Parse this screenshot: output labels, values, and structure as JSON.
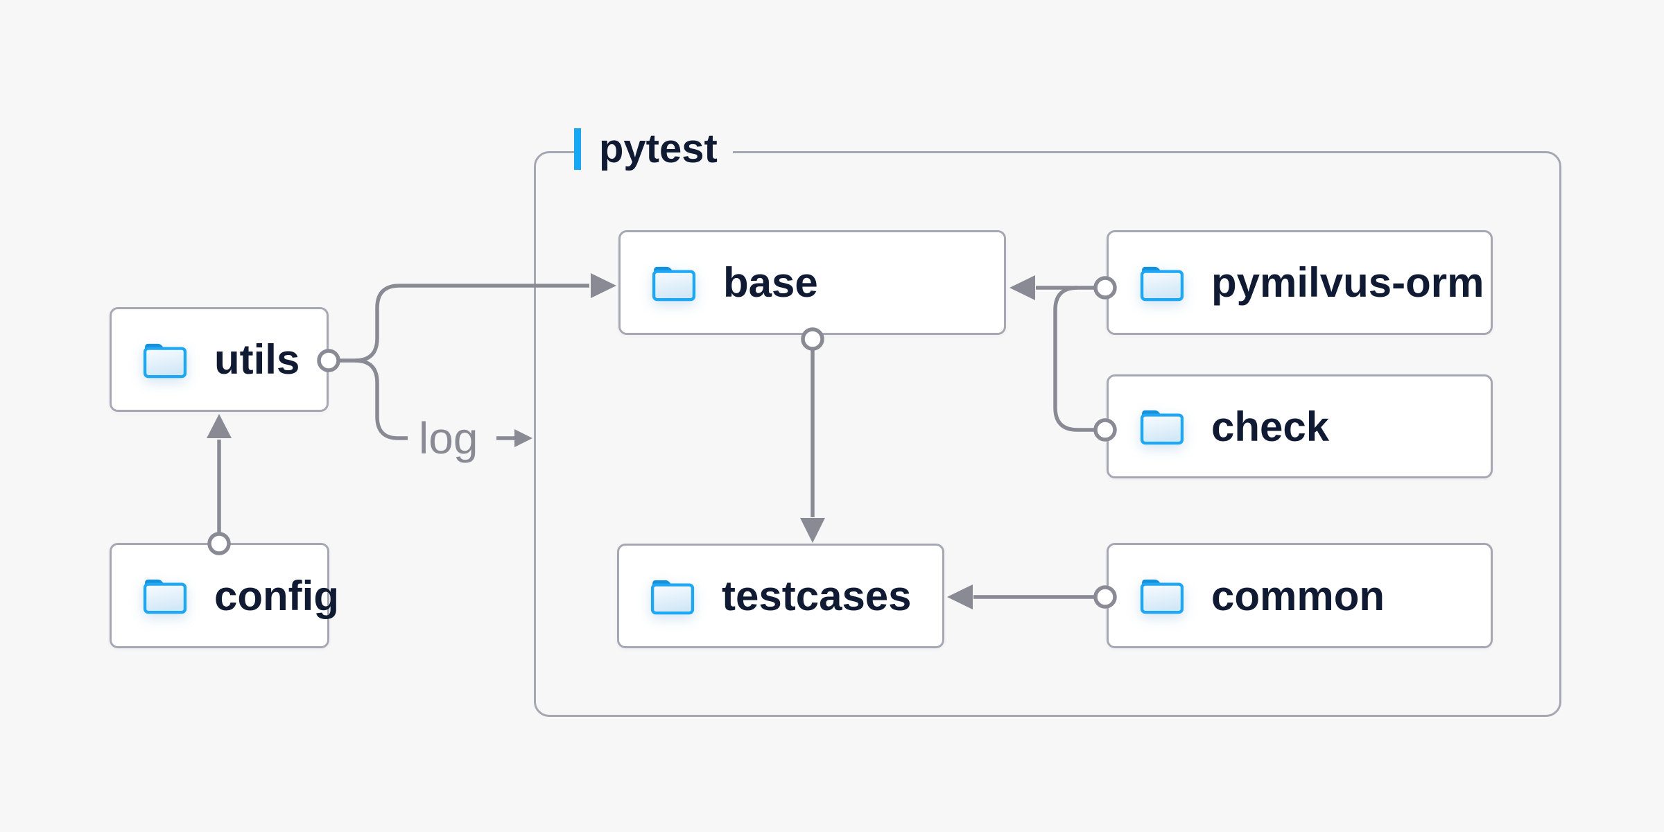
{
  "canvas": {
    "background": "#f7f7f8"
  },
  "colors": {
    "accent_blue": "#17a8f4",
    "folder_blue": "#1ea7f3",
    "folder_tab_blue": "#1591dc",
    "line_gray": "#8a8a95",
    "border_gray": "#a7a7b3",
    "text_dark": "#101a33",
    "node_background": "#ffffff"
  },
  "container": {
    "label": "pytest"
  },
  "nodes": [
    {
      "id": "utils",
      "label": "utils"
    },
    {
      "id": "config",
      "label": "config"
    },
    {
      "id": "base",
      "label": "base"
    },
    {
      "id": "pymilvus-orm",
      "label": "pymilvus-orm"
    },
    {
      "id": "check",
      "label": "check"
    },
    {
      "id": "testcases",
      "label": "testcases"
    },
    {
      "id": "common",
      "label": "common"
    }
  ],
  "edges": [
    {
      "from": "config",
      "to": "utils"
    },
    {
      "from": "utils",
      "to": "base"
    },
    {
      "from": "utils",
      "to": "log",
      "label": "log"
    },
    {
      "from": "pymilvus-orm",
      "to": "base"
    },
    {
      "from": "check",
      "to": "base"
    },
    {
      "from": "base",
      "to": "testcases"
    },
    {
      "from": "common",
      "to": "testcases"
    }
  ],
  "icons": {
    "folder": "folder-icon"
  }
}
